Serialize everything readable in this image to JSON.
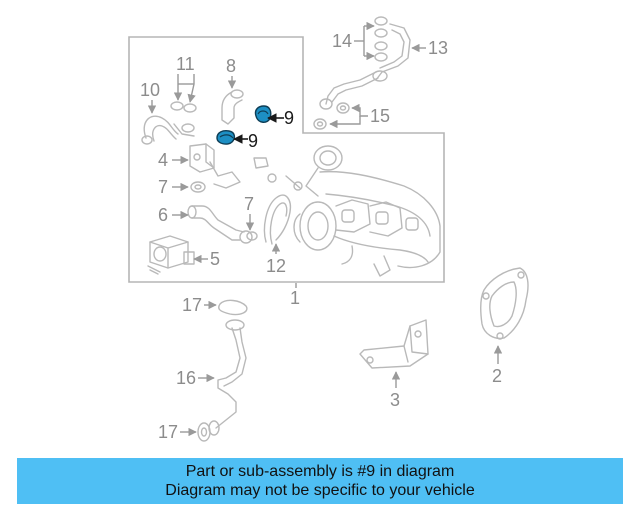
{
  "callouts": {
    "c1": "1",
    "c2": "2",
    "c3": "3",
    "c4": "4",
    "c5": "5",
    "c6": "6",
    "c7a": "7",
    "c7b": "7",
    "c8": "8",
    "c9a": "9",
    "c9b": "9",
    "c10": "10",
    "c11": "11",
    "c12": "12",
    "c13": "13",
    "c14": "14",
    "c15": "15",
    "c16": "16",
    "c17a": "17",
    "c17b": "17"
  },
  "highlight": {
    "part_number": "9",
    "color": "#1d8fc4"
  },
  "banner": {
    "line1": "Part or sub-assembly is #9 in diagram",
    "line2": "Diagram may not be specific to your vehicle",
    "background": "#4fbff4"
  }
}
